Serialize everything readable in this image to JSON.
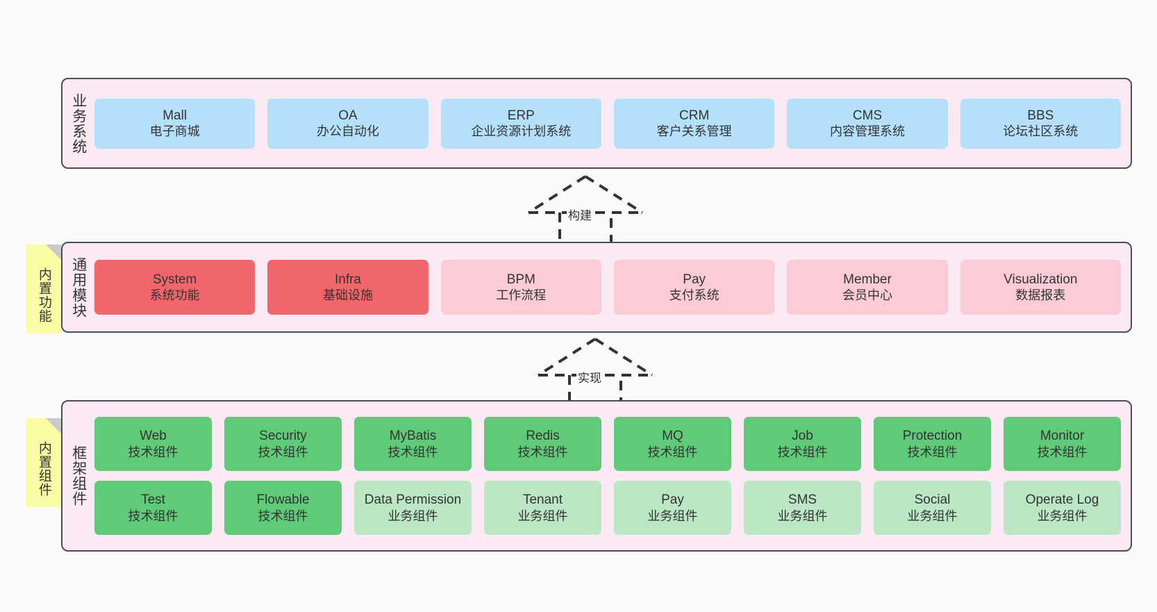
{
  "diagram": {
    "background_color": "#fafafa",
    "layer_fill": "#fbeaf4",
    "layer_border": "#4d4d4d",
    "colors": {
      "business_card": "#b5e0fb",
      "module_highlight": "#f1666a",
      "module_normal": "#fbccd5",
      "tech_component": "#5fca78",
      "biz_component": "#bbe7c4",
      "sticky": "#fbfba4",
      "sticky_fold": "#c9c9c9"
    }
  },
  "layers": {
    "business": {
      "title": "业务系统",
      "cards": [
        {
          "name": "Mall",
          "desc": "电子商城"
        },
        {
          "name": "OA",
          "desc": "办公自动化"
        },
        {
          "name": "ERP",
          "desc": "企业资源计划系统"
        },
        {
          "name": "CRM",
          "desc": "客户关系管理"
        },
        {
          "name": "CMS",
          "desc": "内容管理系统"
        },
        {
          "name": "BBS",
          "desc": "论坛社区系统"
        }
      ]
    },
    "common": {
      "title": "通用模块",
      "sticky": "内置功能",
      "cards": [
        {
          "name": "System",
          "desc": "系统功能",
          "highlight": true
        },
        {
          "name": "Infra",
          "desc": "基础设施",
          "highlight": true
        },
        {
          "name": "BPM",
          "desc": "工作流程",
          "highlight": false
        },
        {
          "name": "Pay",
          "desc": "支付系统",
          "highlight": false
        },
        {
          "name": "Member",
          "desc": "会员中心",
          "highlight": false
        },
        {
          "name": "Visualization",
          "desc": "数据报表",
          "highlight": false
        }
      ]
    },
    "framework": {
      "title": "框架组件",
      "sticky": "内置组件",
      "row1": [
        {
          "name": "Web",
          "desc": "技术组件"
        },
        {
          "name": "Security",
          "desc": "技术组件"
        },
        {
          "name": "MyBatis",
          "desc": "技术组件"
        },
        {
          "name": "Redis",
          "desc": "技术组件"
        },
        {
          "name": "MQ",
          "desc": "技术组件"
        },
        {
          "name": "Job",
          "desc": "技术组件"
        },
        {
          "name": "Protection",
          "desc": "技术组件"
        },
        {
          "name": "Monitor",
          "desc": "技术组件"
        }
      ],
      "row2": [
        {
          "name": "Test",
          "desc": "技术组件",
          "kind": "tech"
        },
        {
          "name": "Flowable",
          "desc": "技术组件",
          "kind": "tech"
        },
        {
          "name": "Data Permission",
          "desc": "业务组件",
          "kind": "biz"
        },
        {
          "name": "Tenant",
          "desc": "业务组件",
          "kind": "biz"
        },
        {
          "name": "Pay",
          "desc": "业务组件",
          "kind": "biz"
        },
        {
          "name": "SMS",
          "desc": "业务组件",
          "kind": "biz"
        },
        {
          "name": "Social",
          "desc": "业务组件",
          "kind": "biz"
        },
        {
          "name": "Operate Log",
          "desc": "业务组件",
          "kind": "biz"
        }
      ]
    }
  },
  "arrows": [
    {
      "id": "build",
      "label": "构建",
      "from": "common",
      "to": "business"
    },
    {
      "id": "impl",
      "label": "实现",
      "from": "framework",
      "to": "common"
    }
  ]
}
